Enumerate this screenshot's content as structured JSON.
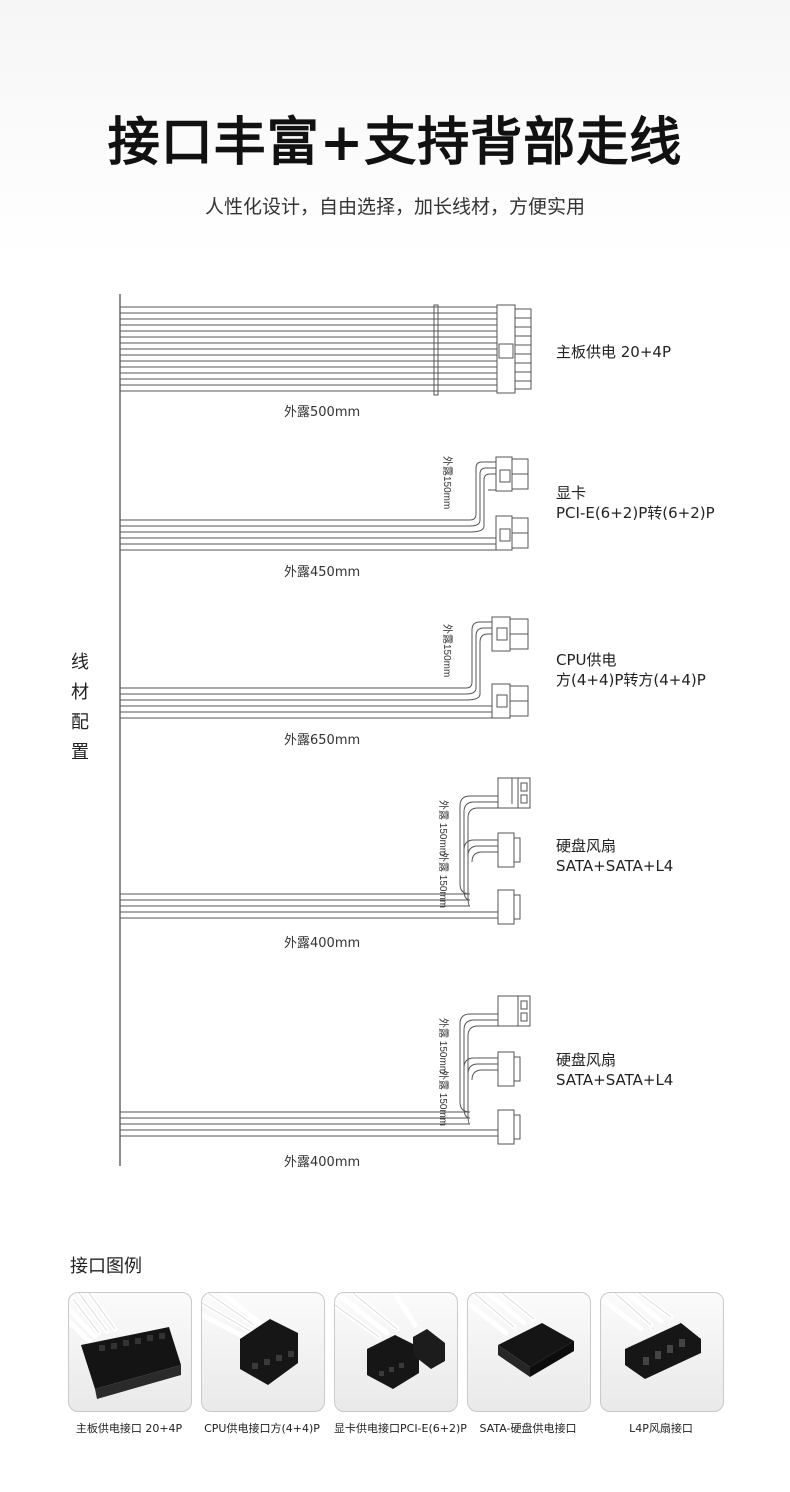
{
  "header": {
    "title": "接口丰富+支持背部走线",
    "subtitle": "人性化设计，自由选择，加长线材，方便实用"
  },
  "diagram": {
    "side_label": [
      "线",
      "材",
      "配",
      "置"
    ],
    "cables": [
      {
        "label_lines": [
          "主板供电 20+4P"
        ],
        "exposure": "外露500mm",
        "branch_labels": []
      },
      {
        "label_lines": [
          "显卡",
          "PCI-E(6+2)P转(6+2)P"
        ],
        "exposure": "外露450mm",
        "branch_labels": [
          "外露150mm"
        ]
      },
      {
        "label_lines": [
          "CPU供电",
          "方(4+4)P转方(4+4)P"
        ],
        "exposure": "外露650mm",
        "branch_labels": [
          "外露150mm"
        ]
      },
      {
        "label_lines": [
          "硬盘风扇",
          "SATA+SATA+L4"
        ],
        "exposure": "外露400mm",
        "branch_labels": [
          "外露 150mm",
          "外露 150mm"
        ]
      },
      {
        "label_lines": [
          "硬盘风扇",
          "SATA+SATA+L4"
        ],
        "exposure": "外露400mm",
        "branch_labels": [
          "外露 150mm",
          "外露 150mm"
        ]
      }
    ]
  },
  "legend": {
    "title": "接口图例",
    "items": [
      {
        "caption": "主板供电接口 20+4P",
        "icon": "atx-24pin-connector-icon"
      },
      {
        "caption": "CPU供电接口方(4+4)P",
        "icon": "cpu-8pin-connector-icon"
      },
      {
        "caption": "显卡供电接口PCI-E(6+2)P",
        "icon": "pcie-6plus2-connector-icon"
      },
      {
        "caption": "SATA-硬盘供电接口",
        "icon": "sata-connector-icon"
      },
      {
        "caption": "L4P风扇接口",
        "icon": "molex-4pin-connector-icon"
      }
    ]
  }
}
